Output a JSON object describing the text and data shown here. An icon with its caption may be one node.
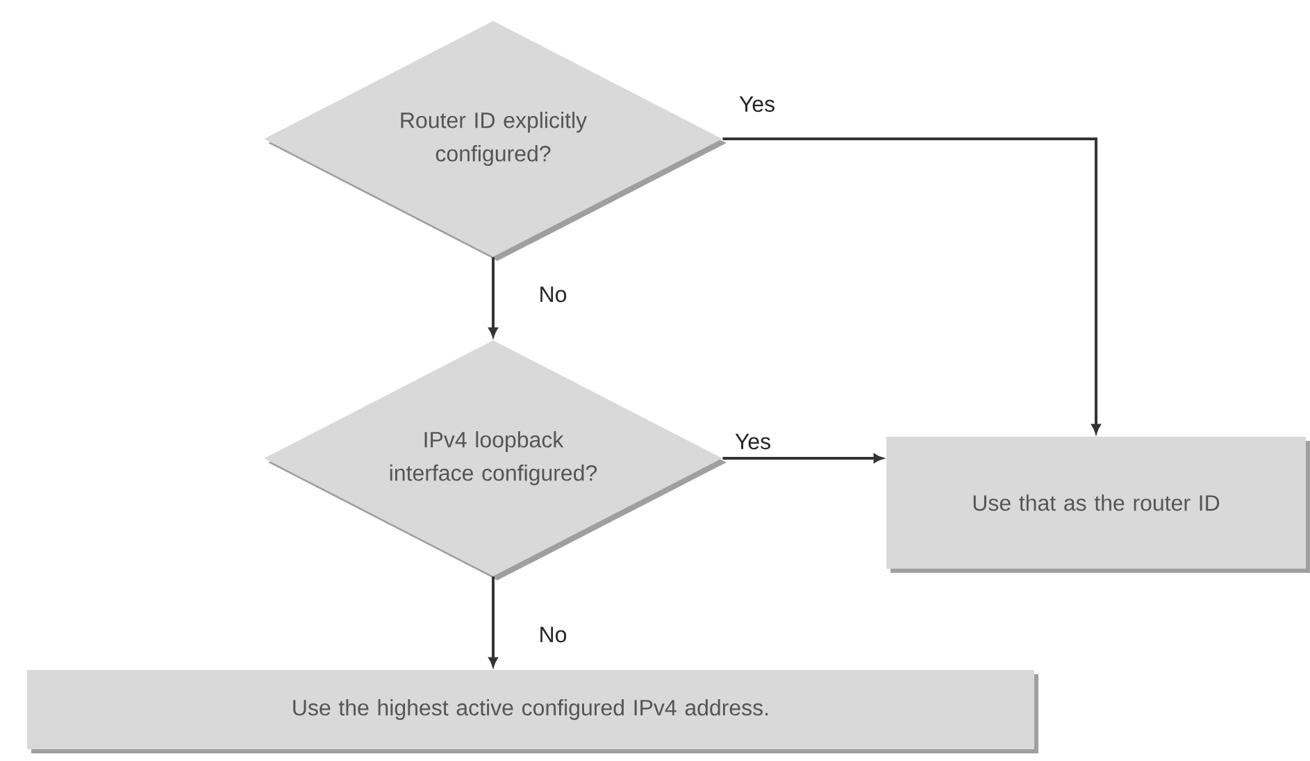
{
  "diagram": {
    "nodes": [
      {
        "text": [
          "Router ID explicitly configured?"
        ]
      },
      {
        "text": [
          "IPv4 loopback interface configured?"
        ]
      },
      {
        "text": [
          "Use that as the router ID"
        ]
      },
      {
        "text": [
          "Use the highest active configured IPv4 address."
        ]
      }
    ],
    "edges": [
      {
        "from": 0,
        "to": 1,
        "arrow": "to",
        "label": "No"
      },
      {
        "from": 0,
        "to": 2,
        "arrow": "to",
        "label": "Yes"
      },
      {
        "from": 1,
        "to": 2,
        "arrow": "to",
        "label": "Yes"
      },
      {
        "from": 1,
        "to": 3,
        "arrow": "to",
        "label": "No"
      }
    ]
  }
}
